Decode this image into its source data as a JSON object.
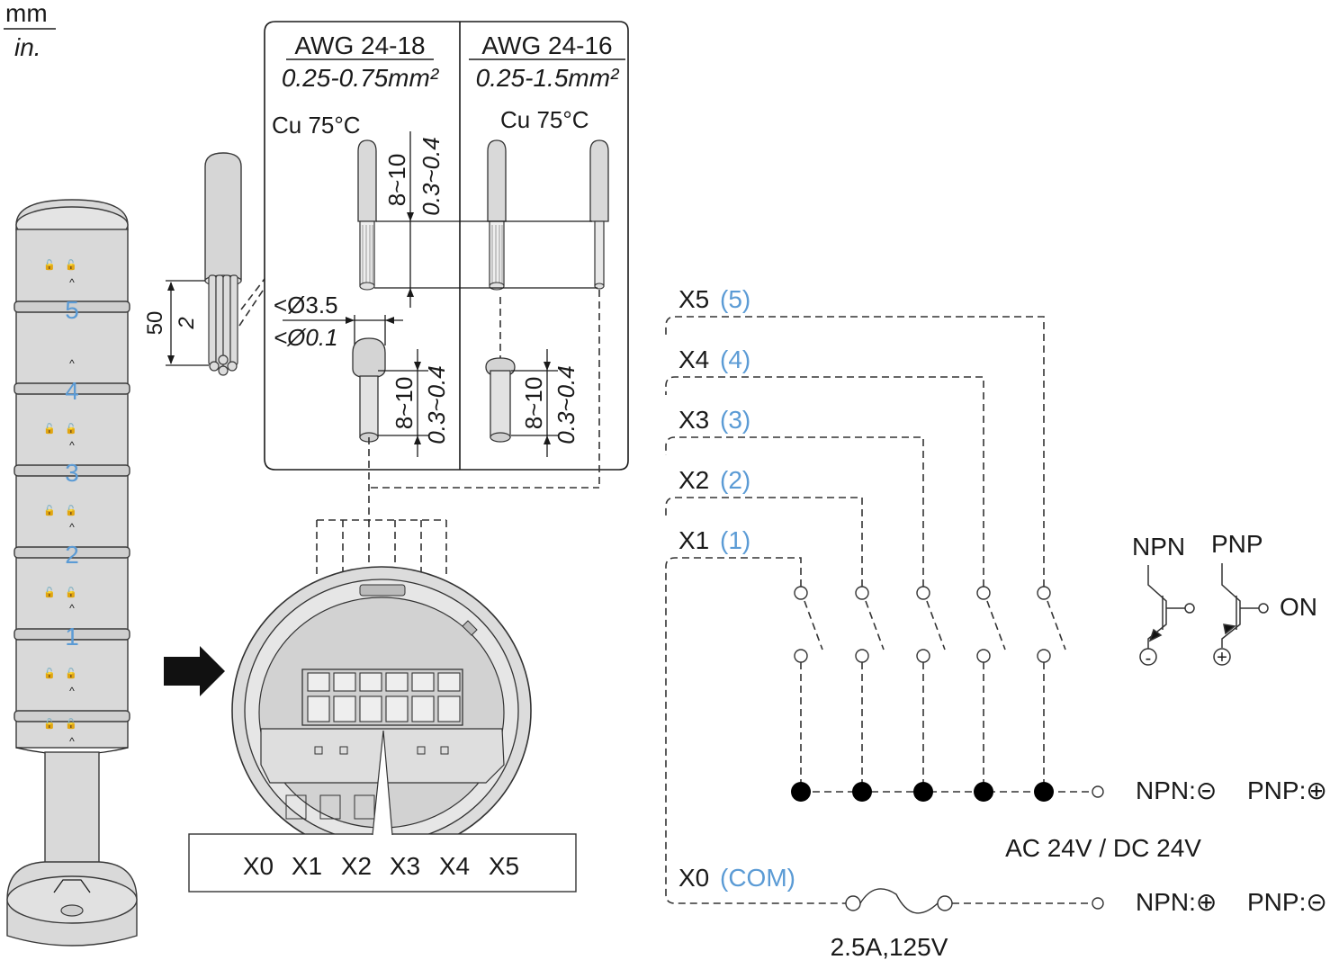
{
  "units": {
    "top": "mm",
    "bottom": "in."
  },
  "cable": {
    "len_50": "50",
    "len_2": "2"
  },
  "wire_spec": {
    "left": {
      "awg": "AWG 24-18",
      "area": "0.25-0.75mm²",
      "material": "Cu 75°C"
    },
    "right": {
      "awg": "AWG 24-16",
      "area": "0.25-1.5mm²",
      "material": "Cu 75°C"
    },
    "dims": {
      "strip": "8~10",
      "strip_in": "0.3~0.4",
      "ferrule_d": "<Ø3.5",
      "ferrule_d_in": "<Ø0.1"
    }
  },
  "tower_tiers": [
    "5",
    "4",
    "3",
    "2",
    "1"
  ],
  "terminals": [
    "X0",
    "X1",
    "X2",
    "X3",
    "X4",
    "X5"
  ],
  "circuit": {
    "inputs": [
      {
        "name": "X5",
        "tier": "(5)"
      },
      {
        "name": "X4",
        "tier": "(4)"
      },
      {
        "name": "X3",
        "tier": "(3)"
      },
      {
        "name": "X2",
        "tier": "(2)"
      },
      {
        "name": "X1",
        "tier": "(1)"
      }
    ],
    "common": {
      "name": "X0",
      "tag": "(COM)"
    },
    "npn_label": "NPN",
    "pnp_label": "PNP",
    "on_label": "ON",
    "minus_symbol": "-",
    "plus_symbol": "+",
    "bus_top": {
      "npn": "NPN:⊝",
      "pnp": "PNP:⊕"
    },
    "bus_bottom": {
      "npn": "NPN:⊕",
      "pnp": "PNP:⊝"
    },
    "supply": "AC 24V / DC 24V",
    "fuse": "2.5A,125V"
  },
  "colors": {
    "accent_blue": "#5b9bd5",
    "line": "#1a1a1a",
    "tower_gray": "#d9d9d9"
  }
}
